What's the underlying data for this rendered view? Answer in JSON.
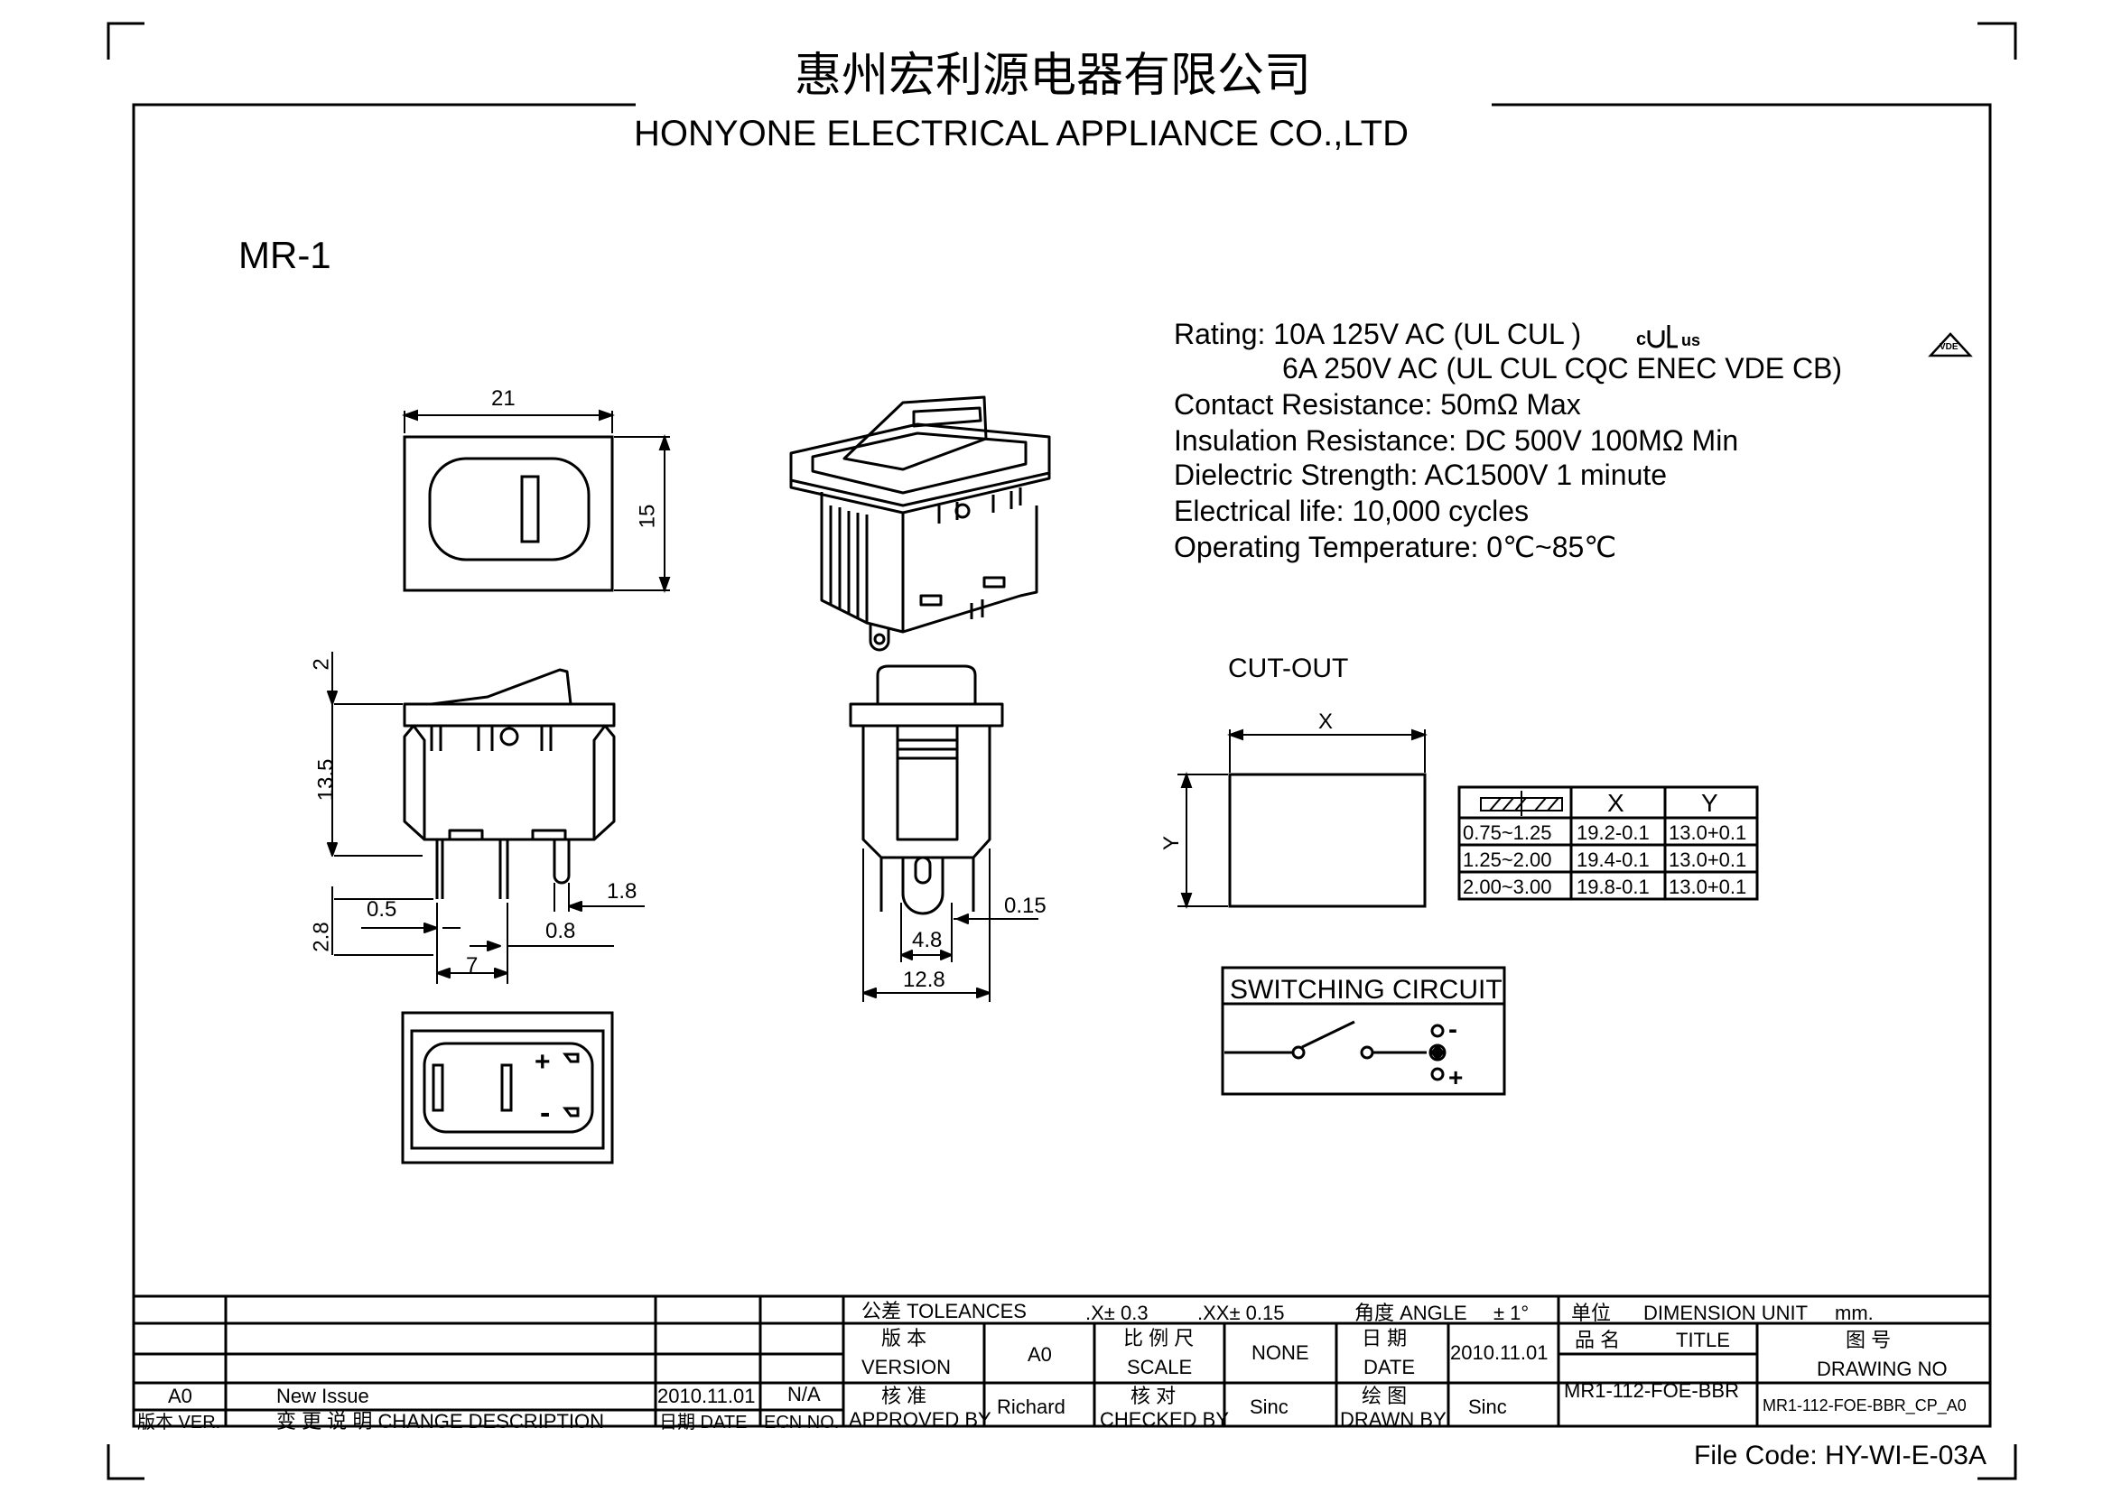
{
  "header": {
    "company_cn": "惠州宏利源电器有限公司",
    "company_en": "HONYONE  ELECTRICAL  APPLIANCE  CO.,LTD"
  },
  "model": "MR-1",
  "specs": {
    "rating_line1": "Rating: 10A 125V AC (UL  CUL  )",
    "rating_line2": "6A 250V AC (UL  CUL  CQC  ENEC  VDE  CB)",
    "contact_resistance": "Contact Resistance: 50mΩ Max",
    "insulation_resistance": "Insulation Resistance: DC 500V 100MΩ Min",
    "dielectric_strength": "Dielectric Strength: AC1500V 1 minute",
    "electrical_life": "Electrical life: 10,000 cycles",
    "operating_temperature": "Operating Temperature: 0℃~85℃",
    "ul_mark_c": "c",
    "ul_mark_us": "us",
    "vde_mark": "VDE"
  },
  "dimensions": {
    "top_width": "21",
    "top_height": "15",
    "side_dim_2": "2",
    "side_dim_13_5": "13.5",
    "side_dim_2_8": "2.8",
    "side_dim_0_5": "0.5",
    "side_dim_1_8": "1.8",
    "side_dim_0_8": "0.8",
    "side_dim_7": "7",
    "front_dim_0_15": "0.15",
    "front_dim_4_8": "4.8",
    "front_dim_12_8": "12.8"
  },
  "cutout": {
    "title": "CUT-OUT",
    "x_label": "X",
    "y_label": "Y",
    "table": {
      "headers": [
        "",
        "X",
        "Y"
      ],
      "rows": [
        [
          "0.75~1.25",
          "19.2-0.1",
          "13.0+0.1"
        ],
        [
          "1.25~2.00",
          "19.4-0.1",
          "13.0+0.1"
        ],
        [
          "2.00~3.00",
          "19.8-0.1",
          "13.0+0.1"
        ]
      ]
    }
  },
  "switching_circuit": {
    "title": "SWITCHING CIRCUIT",
    "minus": "-",
    "plus": "+"
  },
  "bottom_view": {
    "plus": "+",
    "minus": "-"
  },
  "title_block": {
    "tolerances_label": "公差 TOLEANCES",
    "tol_x": ".X± 0.3",
    "tol_xx": ".XX± 0.15",
    "angle_label": "角度 ANGLE",
    "angle_value": "± 1°",
    "unit_label": "单位",
    "unit_en": "DIMENSION UNIT",
    "unit_value": "mm.",
    "version_cn": "版  本",
    "version_en": "VERSION",
    "version_value": "A0",
    "scale_cn": "比 例 尺",
    "scale_en": "SCALE",
    "scale_value": "NONE",
    "date_cn": "日  期",
    "date_en": "DATE",
    "date_value": "2010.11.01",
    "title_cn": "品  名",
    "title_en": "TITLE",
    "title_value": "MR1-112-FOE-BBR",
    "drawing_no_cn": "图  号",
    "drawing_no_en": "DRAWING NO",
    "drawing_no_value": "MR1-112-FOE-BBR_CP_A0",
    "approved_cn": "核  准",
    "approved_en": "APPROVED BY",
    "approved_value": "Richard",
    "checked_cn": "核  对",
    "checked_en": "CHECKED BY",
    "checked_value": "Sinc",
    "drawn_cn": "绘  图",
    "drawn_en": "DRAWN BY",
    "drawn_value": "Sinc",
    "rev_ver": "A0",
    "rev_desc": "New Issue",
    "rev_date": "2010.11.01",
    "rev_ecn": "N/A",
    "hdr_ver": "版本 VER.",
    "hdr_desc": "变 更 说 明   CHANGE DESCRIPTION",
    "hdr_date": "日期 DATE",
    "hdr_ecn": "ECN NO."
  },
  "file_code": "File Code: HY-WI-E-03A"
}
